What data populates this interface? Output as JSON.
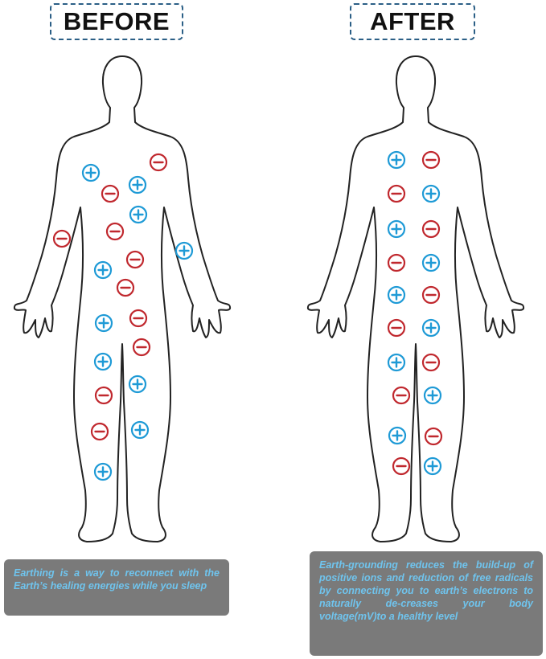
{
  "panels": {
    "before": {
      "title": "BEFORE",
      "caption": "Earthing is a way to reconnect with the Earth’s healing energies while you sleep"
    },
    "after": {
      "title": "AFTER",
      "caption": "Earth-grounding reduces the build-up of positive ions and reduction of free radicals by connecting you to earth’s electrons to naturally de-creases your body voltage(mV)to a healthy level"
    }
  },
  "colors": {
    "positive_ion": "#1e9ad6",
    "negative_ion": "#c0282e",
    "outline": "#222222",
    "title_border": "#2b5f86",
    "caption_bg": "#7a7a7a",
    "caption_text": "#6fc4ee"
  },
  "icons": {
    "positive_ion": "plus-circle-icon",
    "negative_ion": "minus-circle-icon"
  }
}
